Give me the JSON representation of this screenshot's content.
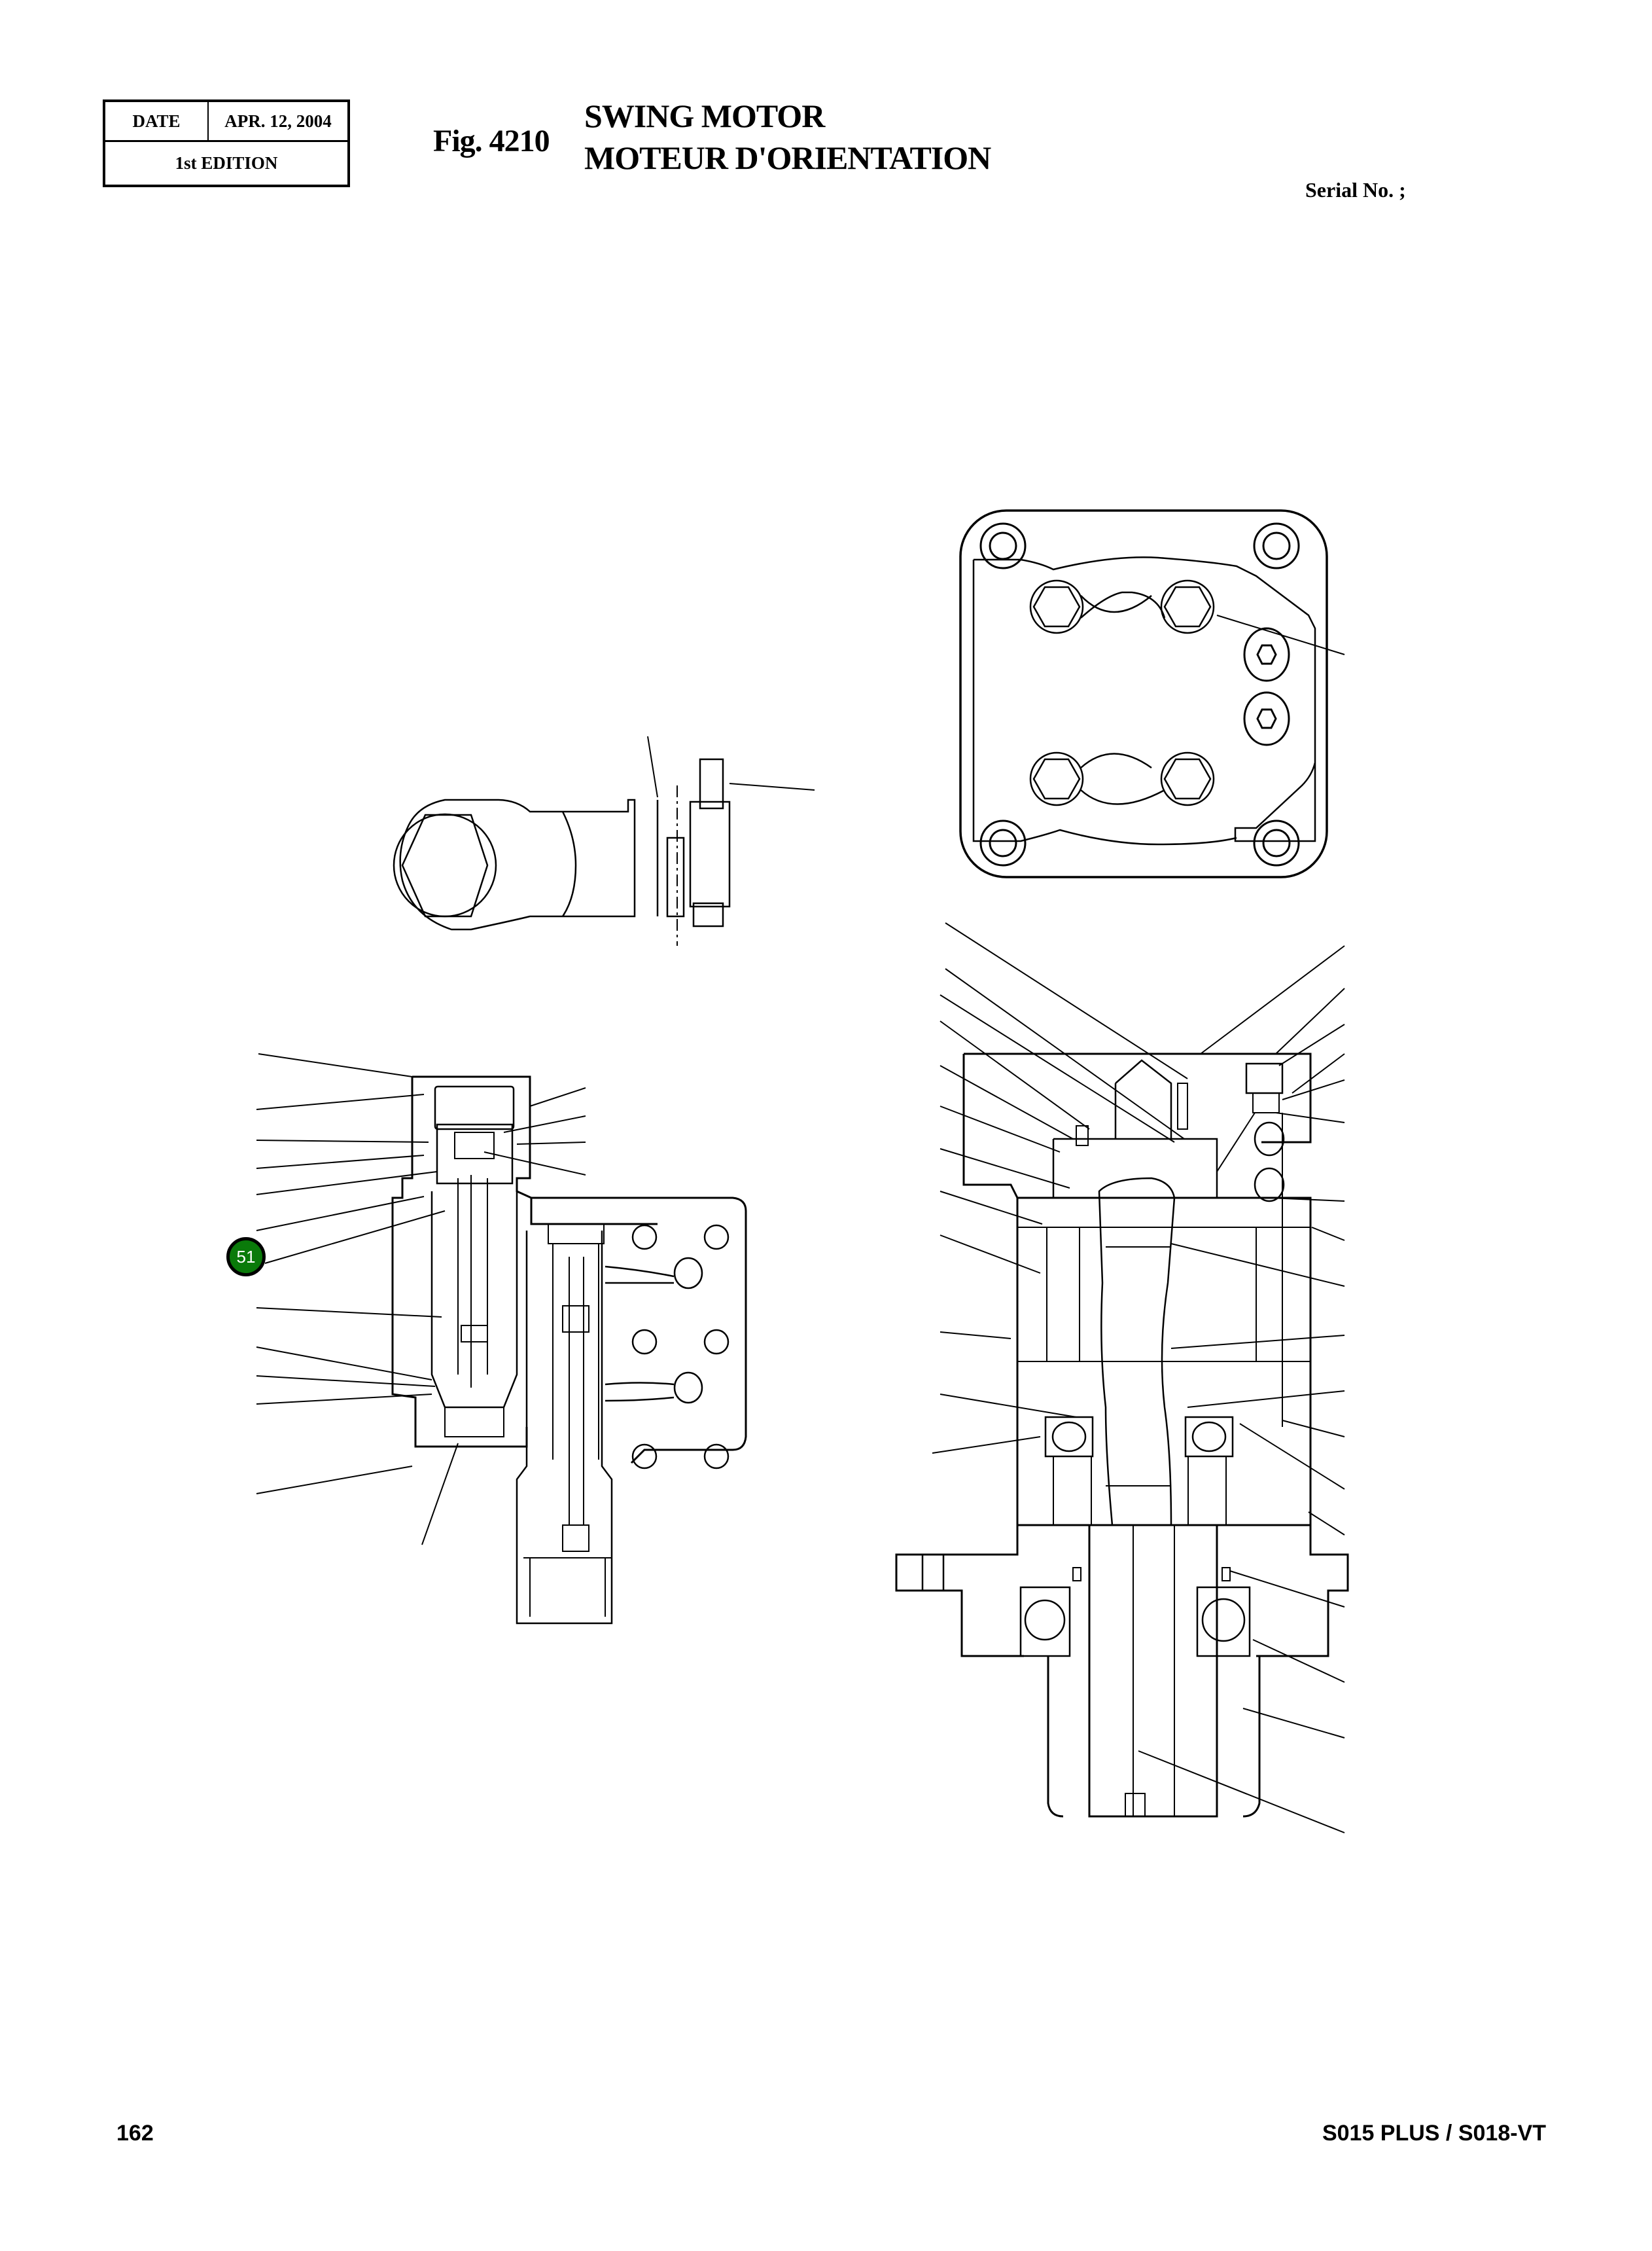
{
  "header": {
    "date_label": "DATE",
    "date_value": "APR. 12, 2004",
    "edition": "1st EDITION",
    "figure_number": "Fig. 4210",
    "title_en": "SWING MOTOR",
    "title_fr": "MOTEUR D'ORIENTATION",
    "serial_label": "Serial No. ;"
  },
  "diagram": {
    "views": [
      {
        "name": "port-plate-top-view"
      },
      {
        "name": "relief-valve-side-view"
      },
      {
        "name": "relief-valve-section"
      },
      {
        "name": "motor-cross-section"
      }
    ],
    "callouts": [
      {
        "label": "51",
        "color": "#0a7a0a",
        "text_color": "#ffffff"
      }
    ]
  },
  "footer": {
    "page_number": "162",
    "model": "S015 PLUS / S018-VT"
  }
}
